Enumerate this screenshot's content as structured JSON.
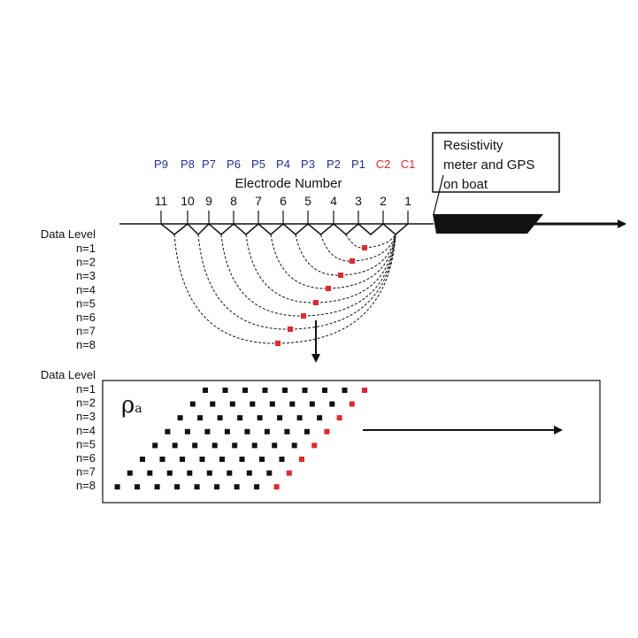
{
  "colors": {
    "potential": "#1f2f9a",
    "current": "#e8262b",
    "data_point_current": "#e8262b",
    "data_point": "#111111",
    "boat": "#111111"
  },
  "electrode_number_title": "Electrode Number",
  "electrodes": [
    {
      "number": "11",
      "role": "P9",
      "type": "potential"
    },
    {
      "number": "10",
      "role": "P8",
      "type": "potential"
    },
    {
      "number": "9",
      "role": "P7",
      "type": "potential"
    },
    {
      "number": "8",
      "role": "P6",
      "type": "potential"
    },
    {
      "number": "7",
      "role": "P5",
      "type": "potential"
    },
    {
      "number": "6",
      "role": "P4",
      "type": "potential"
    },
    {
      "number": "5",
      "role": "P3",
      "type": "potential"
    },
    {
      "number": "4",
      "role": "P2",
      "type": "potential"
    },
    {
      "number": "3",
      "role": "P1",
      "type": "potential"
    },
    {
      "number": "2",
      "role": "C2",
      "type": "current"
    },
    {
      "number": "1",
      "role": "C1",
      "type": "current"
    }
  ],
  "boat_box": {
    "lines": [
      "Resistivity",
      "meter and GPS",
      "on boat"
    ]
  },
  "top_panel": {
    "data_level_title": "Data Level",
    "levels": [
      "n=1",
      "n=2",
      "n=3",
      "n=4",
      "n=5",
      "n=6",
      "n=7",
      "n=8"
    ]
  },
  "bottom_panel": {
    "data_level_title": "Data Level",
    "levels": [
      "n=1",
      "n=2",
      "n=3",
      "n=4",
      "n=5",
      "n=6",
      "n=7",
      "n=8"
    ],
    "symbol": "ρ",
    "symbol_sub": "a",
    "points_per_row": [
      9,
      9,
      9,
      9,
      9,
      9,
      9,
      9
    ]
  }
}
